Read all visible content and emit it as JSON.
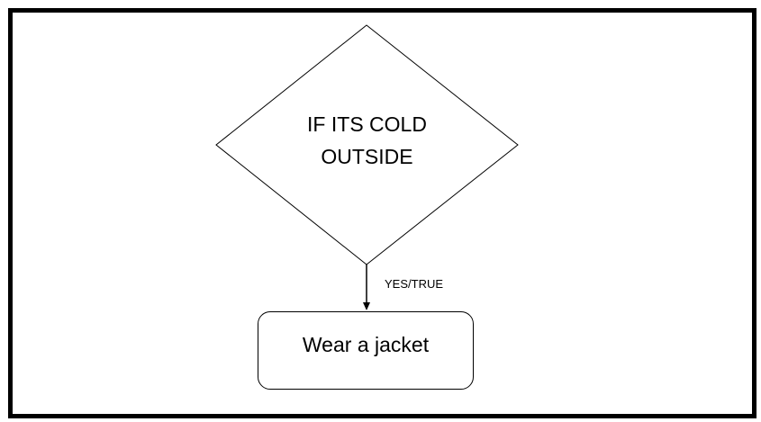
{
  "decision": {
    "line1": "IF ITS COLD",
    "line2": "OUTSIDE"
  },
  "edge": {
    "label": "YES/TRUE"
  },
  "process": {
    "label": "Wear a jacket"
  },
  "colors": {
    "stroke": "#000000",
    "background": "#ffffff"
  }
}
